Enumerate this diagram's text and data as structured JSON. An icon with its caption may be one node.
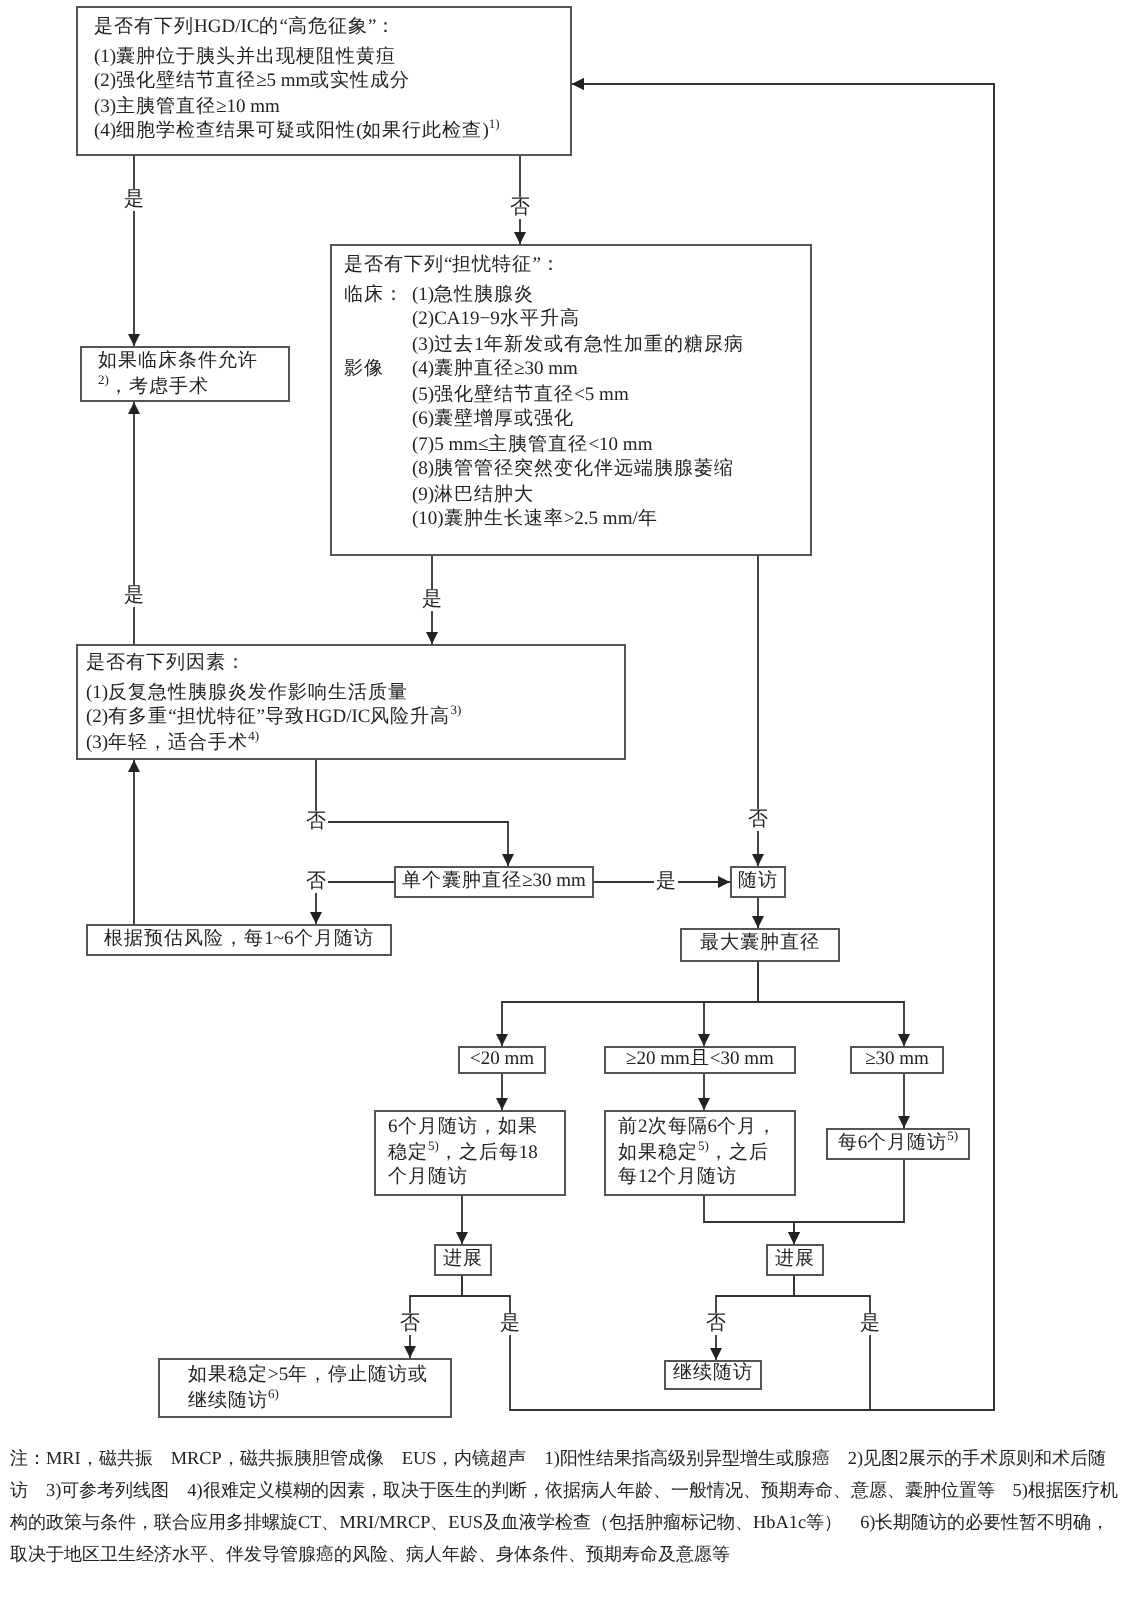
{
  "diagram": {
    "caption": "注：MRI，磁共振　MRCP，磁共振胰胆管成像　EUS，内镜超声　1)阳性结果指高级别异型增生或腺癌　2)见图2展示的手术原则和术后随访　3)可参考列线图　4)很难定义模糊的因素，取决于医生的判断，依据病人年龄、一般情况、预期寿命、意愿、囊肿位置等　5)根据医疗机构的政策与条件，联合应用多排螺旋CT、MRI/MRCP、EUS及血液学检查（包括肿瘤标记物、HbA1c等）　6)长期随访的必要性暂不明确，取决于地区卫生经济水平、伴发导管腺癌的风险、病人年龄、身体条件、预期寿命及意愿等",
    "nodes": [
      {
        "text": [
          "是否有下列HGD/IC的“高危征象”：",
          "(1)囊肿位于胰头并出现梗阻性黄疸",
          "(2)强化壁结节直径≥5 mm或实性成分",
          "(3)主胰管直径≥10 mm",
          "(4)细胞学检查结果可疑或阳性(如果行此检查)$^{1)}$"
        ]
      },
      {
        "text": [
          "如果临床条件允许$^{2)}$，考虑手术"
        ]
      },
      {
        "text": [
          "是否有下列“担忧特征”：",
          "临床：",
          "(1)急性胰腺炎",
          "(2)CA19−9水平升高",
          "(3)过去1年新发或有急性加重的糖尿病",
          "影像",
          "(4)囊肿直径≥30 mm",
          "(5)强化壁结节直径<5 mm",
          "(6)囊壁增厚或强化",
          "(7)5 mm≤主胰管直径<10 mm",
          "(8)胰管管径突然变化伴远端胰腺萎缩",
          "(9)淋巴结肿大",
          "(10)囊肿生长速率>2.5 mm/年"
        ]
      },
      {
        "text": [
          "是否有下列因素：",
          "(1)反复急性胰腺炎发作影响生活质量",
          "(2)有多重“担忧特征”导致HGD/IC风险升高$^{3)}$",
          "(3)年轻，适合手术$^{4)}$"
        ]
      },
      {
        "text": [
          "单个囊肿直径≥30 mm"
        ]
      },
      {
        "text": [
          "根据预估风险，每1~6个月随访"
        ]
      },
      {
        "text": [
          "随访"
        ]
      },
      {
        "text": [
          "最大囊肿直径"
        ]
      },
      {
        "text": [
          "<20 mm"
        ]
      },
      {
        "text": [
          "≥20 mm且<30 mm"
        ]
      },
      {
        "text": [
          "≥30 mm"
        ]
      },
      {
        "text": [
          "6个月随访，如果稳定$^{5)}$，之后每18个月随访"
        ]
      },
      {
        "text": [
          "前2次每隔6个月，如果稳定$^{5)}$，之后每12个月随访"
        ]
      },
      {
        "text": [
          "每6个月随访$^{5)}$"
        ]
      },
      {
        "text": [
          "进展"
        ]
      },
      {
        "text": [
          "进展"
        ]
      },
      {
        "text": [
          "如果稳定>5年，停止随访或继续随访$^{6)}$"
        ]
      },
      {
        "text": [
          "继续随访"
        ]
      }
    ],
    "edges": [
      {
        "from": 0,
        "to": 1,
        "arrow": "to",
        "label": "是"
      },
      {
        "from": 0,
        "to": 2,
        "arrow": "to",
        "label": "否"
      },
      {
        "from": 2,
        "to": 3,
        "arrow": "to",
        "label": "是"
      },
      {
        "from": 2,
        "to": 6,
        "arrow": "to",
        "label": "否"
      },
      {
        "from": 3,
        "to": 4,
        "arrow": "to",
        "label": "否"
      },
      {
        "from": 4,
        "to": 5,
        "arrow": "to",
        "label": "否"
      },
      {
        "from": 4,
        "to": 6,
        "arrow": "to",
        "label": "是"
      },
      {
        "from": 5,
        "to": 3,
        "arrow": "to"
      },
      {
        "from": 3,
        "to": 1,
        "arrow": "to",
        "label": "是"
      },
      {
        "from": 6,
        "to": 7,
        "arrow": "to"
      },
      {
        "from": 7,
        "to": 8,
        "arrow": "to"
      },
      {
        "from": 7,
        "to": 9,
        "arrow": "to"
      },
      {
        "from": 7,
        "to": 10,
        "arrow": "to"
      },
      {
        "from": 8,
        "to": 11,
        "arrow": "to"
      },
      {
        "from": 9,
        "to": 12,
        "arrow": "to"
      },
      {
        "from": 10,
        "to": 13,
        "arrow": "to"
      },
      {
        "from": 11,
        "to": 14,
        "arrow": "to"
      },
      {
        "from": 12,
        "to": 15,
        "arrow": "to"
      },
      {
        "from": 13,
        "to": 15,
        "arrow": "to"
      },
      {
        "from": 14,
        "to": 16,
        "arrow": "to",
        "label": "否"
      },
      {
        "from": 14,
        "to": 0,
        "arrow": "to",
        "label": "是"
      },
      {
        "from": 15,
        "to": 17,
        "arrow": "to",
        "label": "否"
      },
      {
        "from": 15,
        "to": 0,
        "arrow": "to",
        "label": "是"
      }
    ]
  }
}
